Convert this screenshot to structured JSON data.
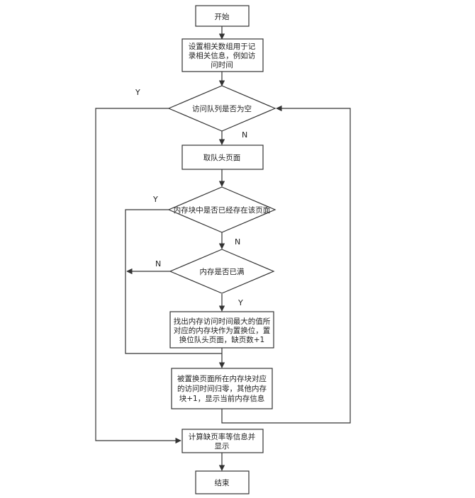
{
  "nodes": {
    "start": "开始",
    "init": [
      "设置相关数组用于记",
      "录相关信息，例如访",
      "问时间"
    ],
    "queue_empty": "访问队列是否为空",
    "take_head": "取队头页面",
    "in_memory": "内存块中是否已经存在该页面",
    "memory_full": "内存是否已满",
    "find_max": [
      "找出内存访问时间最大的值所",
      "对应的内存块作为置换位，置",
      "换位队头页面，缺页数+1"
    ],
    "reset_time": [
      "被置换页面所在内存块对应",
      "的访问时间归零，其他内存",
      "块+1，显示当前内存信息"
    ],
    "compute": [
      "计算缺页率等信息并",
      "显示"
    ],
    "end": "结束"
  },
  "edge_labels": {
    "queue_empty_yes": "Y",
    "queue_empty_no": "N",
    "in_memory_yes": "Y",
    "in_memory_no": "N",
    "memory_full_no": "N",
    "memory_full_yes": "Y"
  }
}
